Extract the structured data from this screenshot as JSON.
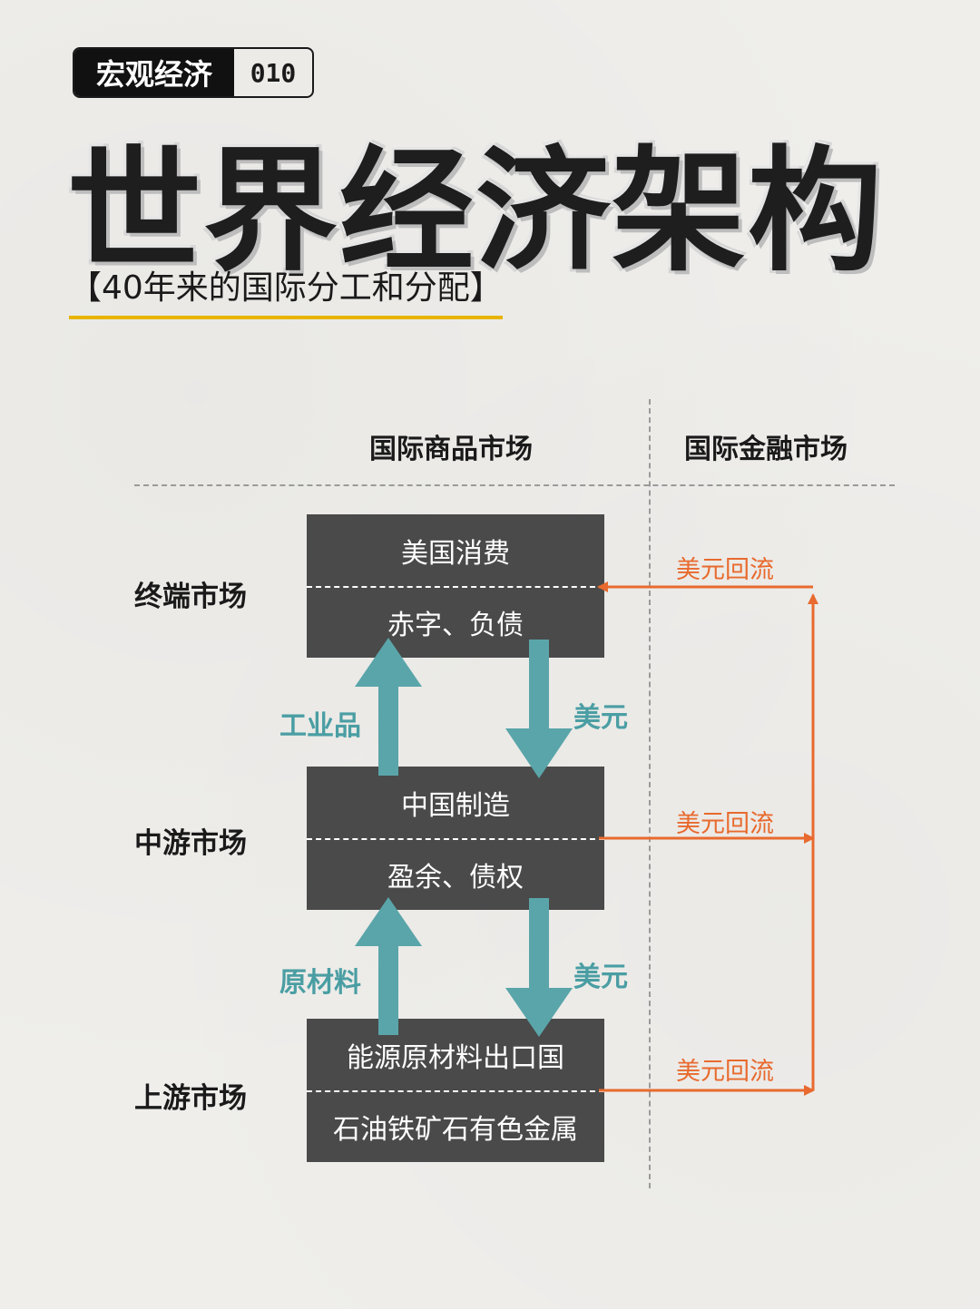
{
  "header": {
    "tag_label": "宏观经济",
    "tag_number": "010",
    "title": "世界经济架构",
    "subtitle": "【40年来的国际分工和分配】"
  },
  "columns": {
    "goods_market": "国际商品市场",
    "financial_market": "国际金融市场"
  },
  "rows": {
    "terminal": "终端市场",
    "midstream": "中游市场",
    "upstream": "上游市场"
  },
  "boxes": {
    "terminal": {
      "top": "美国消费",
      "bottom": "赤字、负债"
    },
    "midstream": {
      "top": "中国制造",
      "bottom": "盈余、债权"
    },
    "upstream": {
      "top": "能源原材料出口国",
      "bottom": "石油铁矿石有色金属"
    }
  },
  "flows": {
    "industrial_goods": "工业品",
    "usd_down_1": "美元",
    "raw_materials": "原材料",
    "usd_down_2": "美元"
  },
  "finance_flows": {
    "terminal": "美元回流",
    "midstream": "美元回流",
    "upstream": "美元回流"
  },
  "colors": {
    "teal": "#5aa5aa",
    "orange": "#e86a2e",
    "box": "#4a4a4a",
    "underline": "#e8b400"
  }
}
